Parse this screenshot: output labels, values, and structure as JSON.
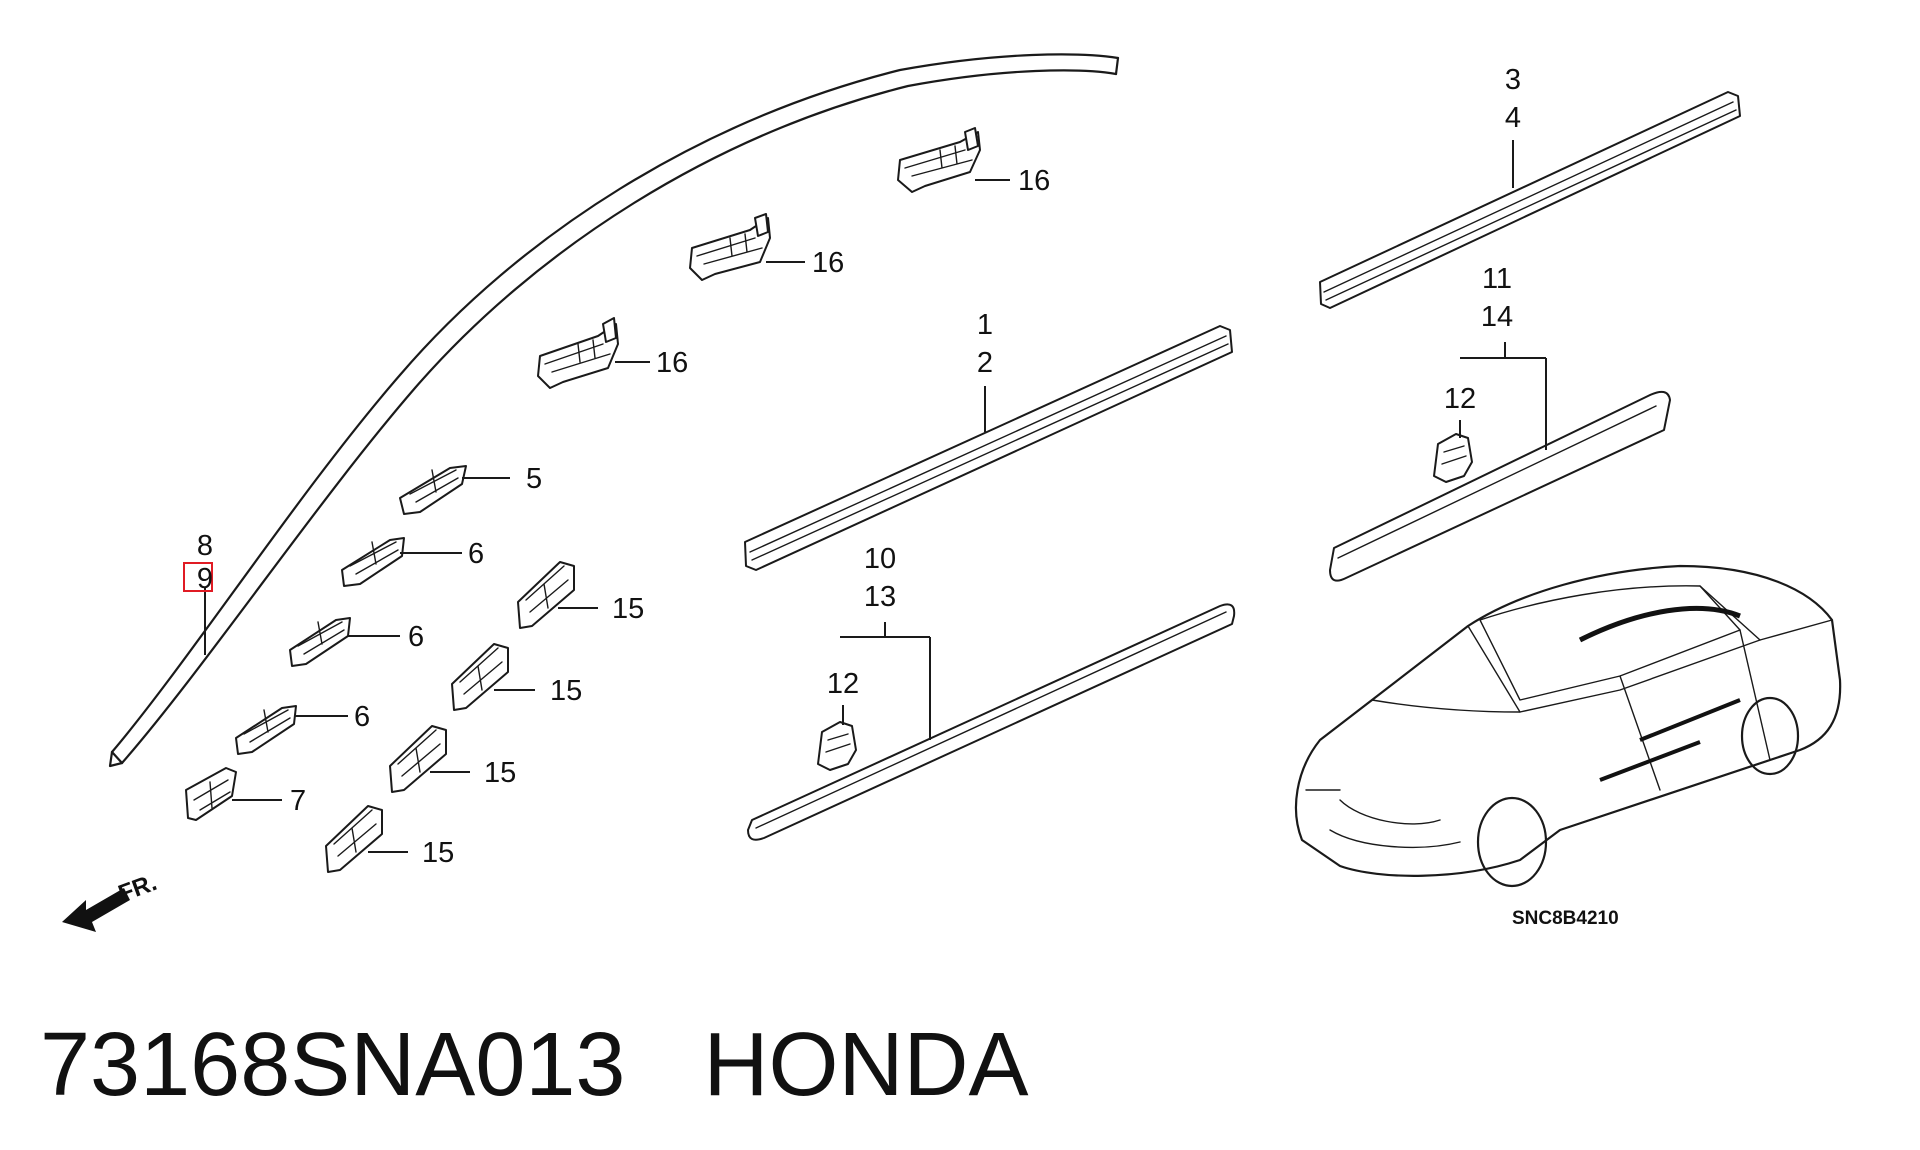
{
  "callouts": {
    "c1": "1",
    "c2": "2",
    "c3": "3",
    "c4": "4",
    "c5": "5",
    "c6a": "6",
    "c6b": "6",
    "c6c": "6",
    "c7": "7",
    "c8": "8",
    "c9": "9",
    "c10": "10",
    "c11": "11",
    "c12a": "12",
    "c12b": "12",
    "c13": "13",
    "c14": "14",
    "c15a": "15",
    "c15b": "15",
    "c15c": "15",
    "c15d": "15",
    "c16a": "16",
    "c16b": "16",
    "c16c": "16"
  },
  "front_arrow_label": "FR.",
  "diagram_code": "SNC8B4210",
  "footer": {
    "part_number": "73168SNA013",
    "brand": "HONDA"
  },
  "colors": {
    "line": "#1a1a1a",
    "highlight_box": "#e01b24",
    "background": "#ffffff"
  }
}
